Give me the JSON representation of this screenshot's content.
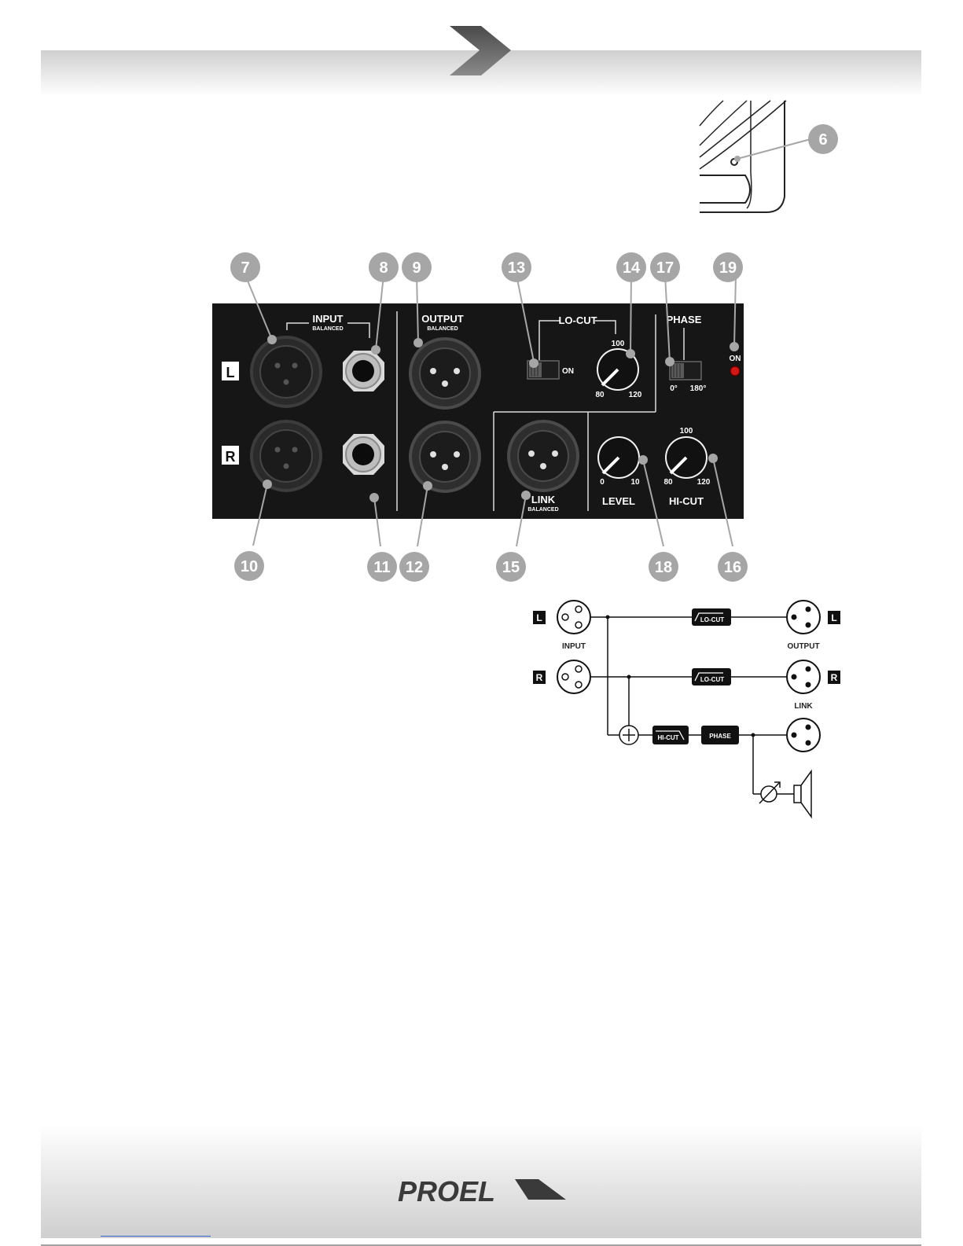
{
  "brand": {
    "logo_text": "PROEL"
  },
  "panel": {
    "input_label": "INPUT",
    "input_sub": "BALANCED",
    "output_label": "OUTPUT",
    "output_sub": "BALANCED",
    "locut_label": "LO-CUT",
    "locut_on": "ON",
    "locut_scale": [
      "100",
      "80",
      "120"
    ],
    "phase_label": "PHASE",
    "phase_0": "0°",
    "phase_180": "180°",
    "power_on": "ON",
    "channel_l": "L",
    "channel_r": "R",
    "level_label": "LEVEL",
    "level_scale": [
      "0",
      "10"
    ],
    "hicut_label": "HI-CUT",
    "hicut_scale": [
      "100",
      "80",
      "120"
    ],
    "link_label": "LINK",
    "link_sub": "BALANCED"
  },
  "callouts": [
    "6",
    "7",
    "8",
    "9",
    "13",
    "14",
    "17",
    "19",
    "10",
    "11",
    "12",
    "15",
    "18",
    "16"
  ],
  "diagram": {
    "input_label": "INPUT",
    "output_label": "OUTPUT",
    "link_label": "LINK",
    "channel_l": "L",
    "channel_r": "R",
    "locut_box": "LO-CUT",
    "hicut_box": "HI-CUT",
    "phase_box": "PHASE"
  },
  "colors": {
    "panel_bg": "#161616",
    "callout_fill": "#a6a6a6",
    "led_red": "#d01818",
    "header_gray": "#d0d0d0"
  }
}
